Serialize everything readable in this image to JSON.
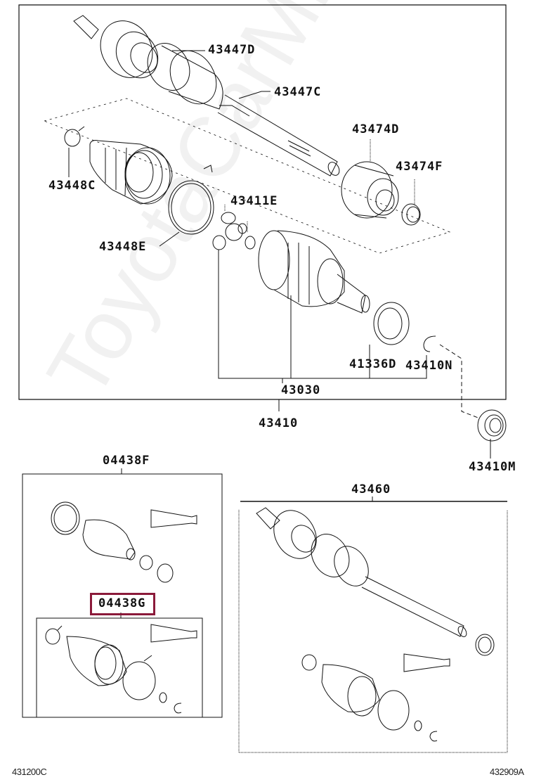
{
  "diagram": {
    "title": "Front drive shaft assembly parts diagram",
    "watermark": "ToyotaCarMine.ru",
    "highlight_color": "#8b1a3a",
    "sections": {
      "main_assembly": {
        "group_label": "43410",
        "subgroup_label": "43030",
        "parts": [
          {
            "code": "43447D"
          },
          {
            "code": "43447C"
          },
          {
            "code": "43474D"
          },
          {
            "code": "43474F"
          },
          {
            "code": "43448C"
          },
          {
            "code": "43411E"
          },
          {
            "code": "43448E"
          },
          {
            "code": "41336D"
          },
          {
            "code": "43410N"
          }
        ],
        "external_part": {
          "code": "43410M"
        }
      },
      "boot_kit_outer": {
        "code": "04438F"
      },
      "boot_kit_inner": {
        "code": "04438G",
        "highlighted": true
      },
      "shaft_assembly": {
        "code": "43460"
      }
    },
    "footer": {
      "left_ref": "431200C",
      "right_ref": "432909A"
    }
  }
}
